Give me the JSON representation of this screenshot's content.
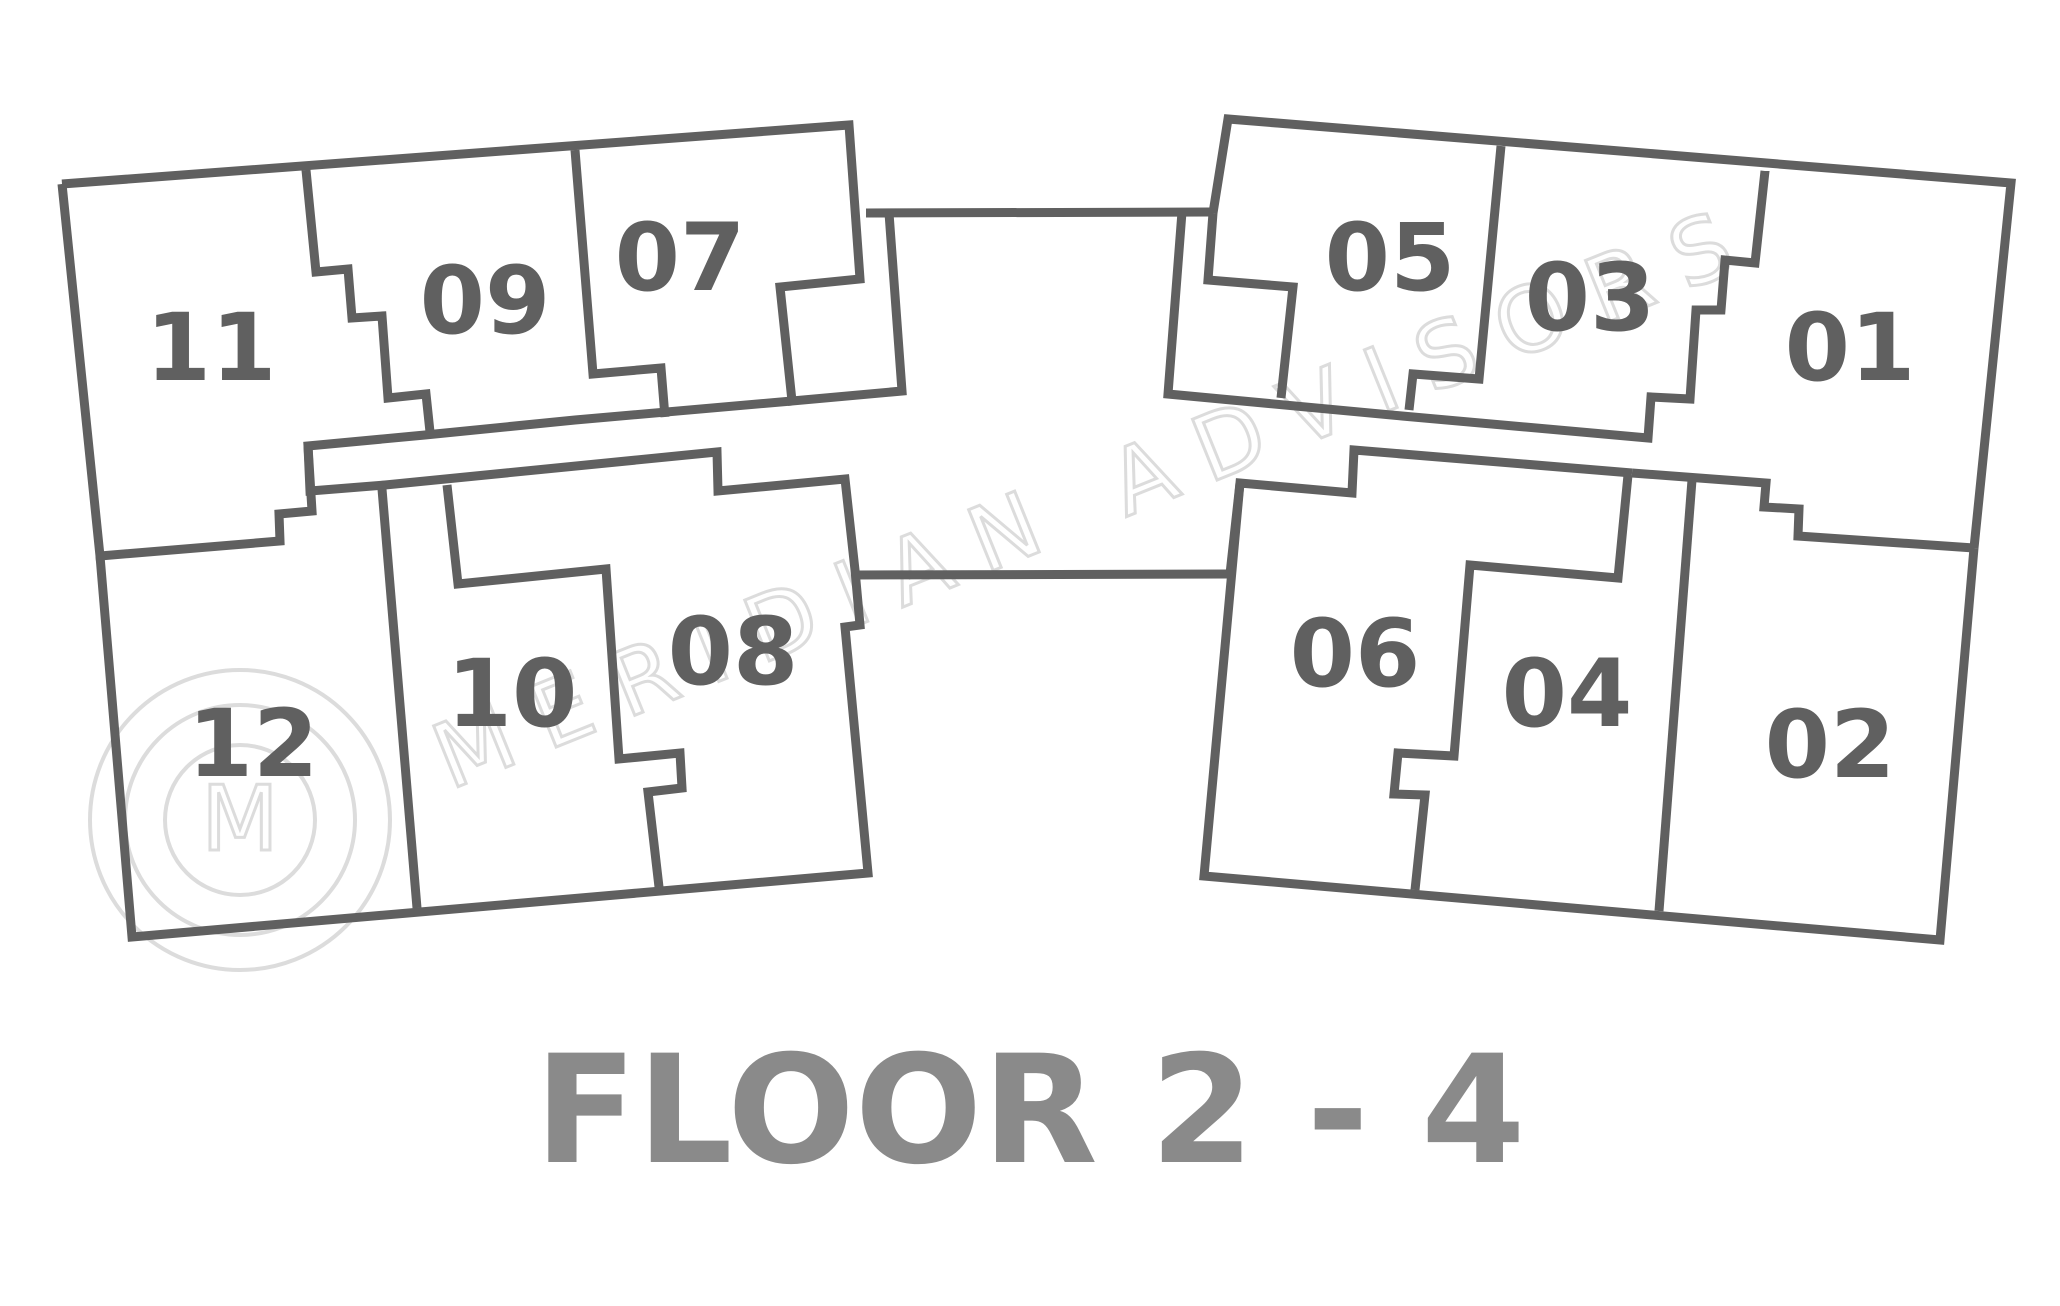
{
  "floor_title": "FLOOR 2 - 4",
  "units": [
    {
      "id": "unit-01",
      "label": "01"
    },
    {
      "id": "unit-02",
      "label": "02"
    },
    {
      "id": "unit-03",
      "label": "03"
    },
    {
      "id": "unit-04",
      "label": "04"
    },
    {
      "id": "unit-05",
      "label": "05"
    },
    {
      "id": "unit-06",
      "label": "06"
    },
    {
      "id": "unit-07",
      "label": "07"
    },
    {
      "id": "unit-08",
      "label": "08"
    },
    {
      "id": "unit-09",
      "label": "09"
    },
    {
      "id": "unit-10",
      "label": "10"
    },
    {
      "id": "unit-11",
      "label": "11"
    },
    {
      "id": "unit-12",
      "label": "12"
    }
  ],
  "watermark": {
    "text": "MERIDIAN ADVISORS",
    "logo_letter": "M"
  },
  "colors": {
    "wall": "#606060",
    "unit_label": "#606060",
    "title": "#8a8a8a",
    "watermark": "#dcdcdc"
  }
}
